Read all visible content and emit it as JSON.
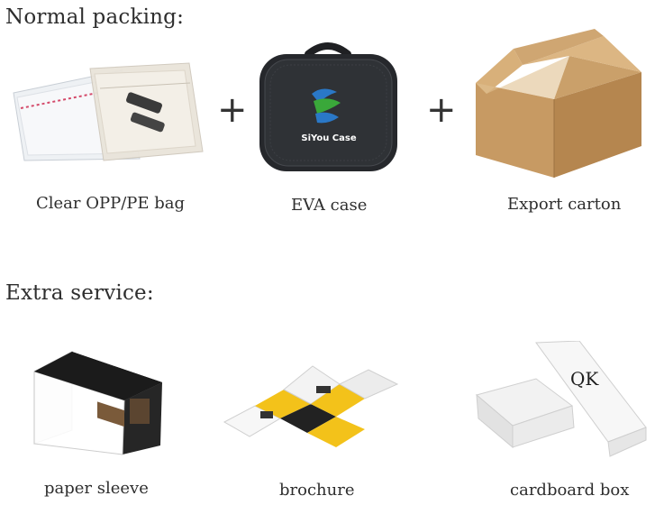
{
  "sections": {
    "normal": {
      "heading": "Normal packing:",
      "items": [
        {
          "caption": "Clear OPP/PE bag"
        },
        {
          "caption": "EVA case",
          "logo_text": "SiYou Case"
        },
        {
          "caption": "Export carton"
        }
      ],
      "plus": "+"
    },
    "extra": {
      "heading": "Extra service:",
      "items": [
        {
          "caption": "paper sleeve"
        },
        {
          "caption": "brochure"
        },
        {
          "caption": "cardboard box",
          "logo_text": "QK"
        }
      ]
    }
  },
  "colors": {
    "text": "#2e2e2e",
    "case_body": "#2d2f33",
    "carton": "#c9a06a",
    "brochure_accent": "#f3c21a",
    "logo_blue": "#2a78c7",
    "logo_green": "#3aa83a",
    "logo_red": "#d5202a"
  }
}
